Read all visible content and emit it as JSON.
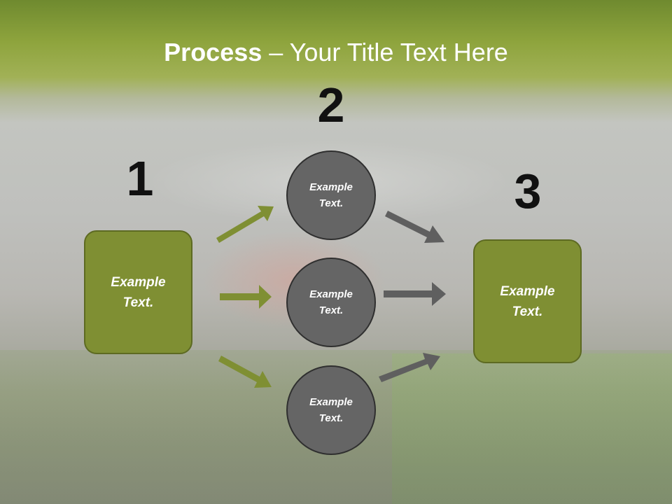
{
  "title": {
    "bold": "Process",
    "rest": " – Your Title Text Here"
  },
  "steps": {
    "one": "1",
    "two": "2",
    "three": "3"
  },
  "left_box": {
    "line1": "Example",
    "line2": "Text."
  },
  "right_box": {
    "line1": "Example",
    "line2": "Text."
  },
  "circles": [
    {
      "line1": "Example",
      "line2": "Text."
    },
    {
      "line1": "Example",
      "line2": "Text."
    },
    {
      "line1": "Example",
      "line2": "Text."
    }
  ],
  "colors": {
    "green_box": "#7f8f33",
    "green_arrow": "#7f8f33",
    "gray_circle": "#656565",
    "gray_arrow": "#5f5f5f"
  }
}
